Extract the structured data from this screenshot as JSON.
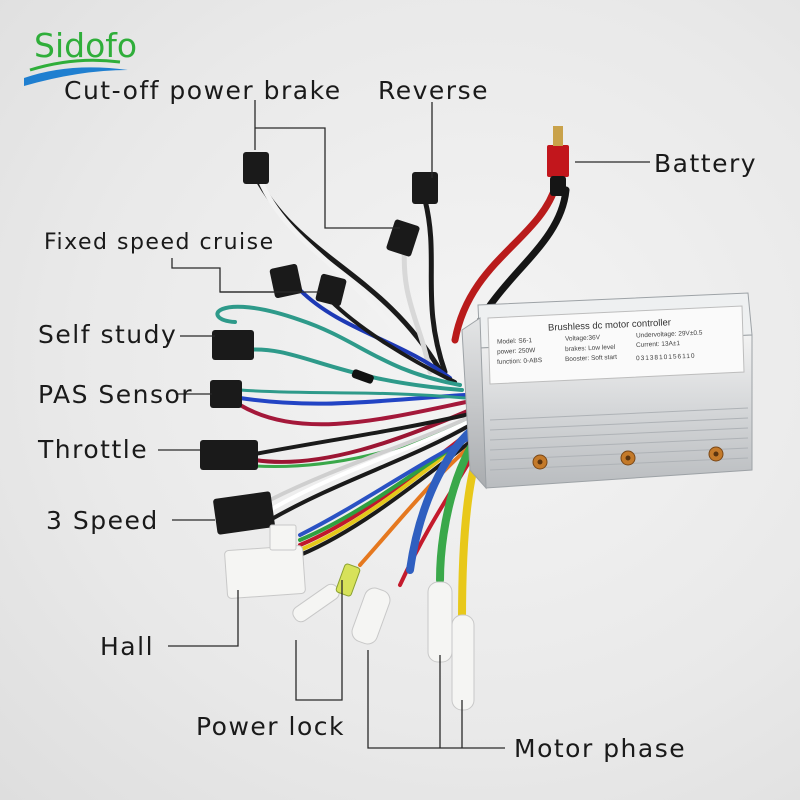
{
  "brand": {
    "name": "Sidofo"
  },
  "controller": {
    "title": "Brushless dc motor controller",
    "specs": {
      "model": "Model:  S6-1",
      "voltage": "Voltage:36V",
      "undervoltage": "Undervoltage:  29V±0.5",
      "power": "power:  250W",
      "brakes": "brakes:  Low level",
      "current": "Current:  13A±1",
      "function": "function:  0-ABS",
      "booster": "Booster:  Soft start",
      "barcode": "0313810156110"
    }
  },
  "labels": {
    "cutoff": "Cut-off power brake",
    "reverse": "Reverse",
    "battery": "Battery",
    "cruise": "Fixed speed cruise",
    "self_study": "Self study",
    "pas": "PAS Sensor",
    "throttle": "Throttle",
    "speed3": "3 Speed",
    "hall": "Hall",
    "power_lock": "Power lock",
    "motor_phase": "Motor phase"
  },
  "colors": {
    "brand_green": "#2fae3a",
    "brand_blue": "#1f7fd0",
    "phase_yellow": "#e8c81a",
    "phase_green": "#3aa84a",
    "phase_blue": "#2f5fc0",
    "connector_black": "#1c1c1c",
    "connector_white": "#f5f5f3"
  }
}
